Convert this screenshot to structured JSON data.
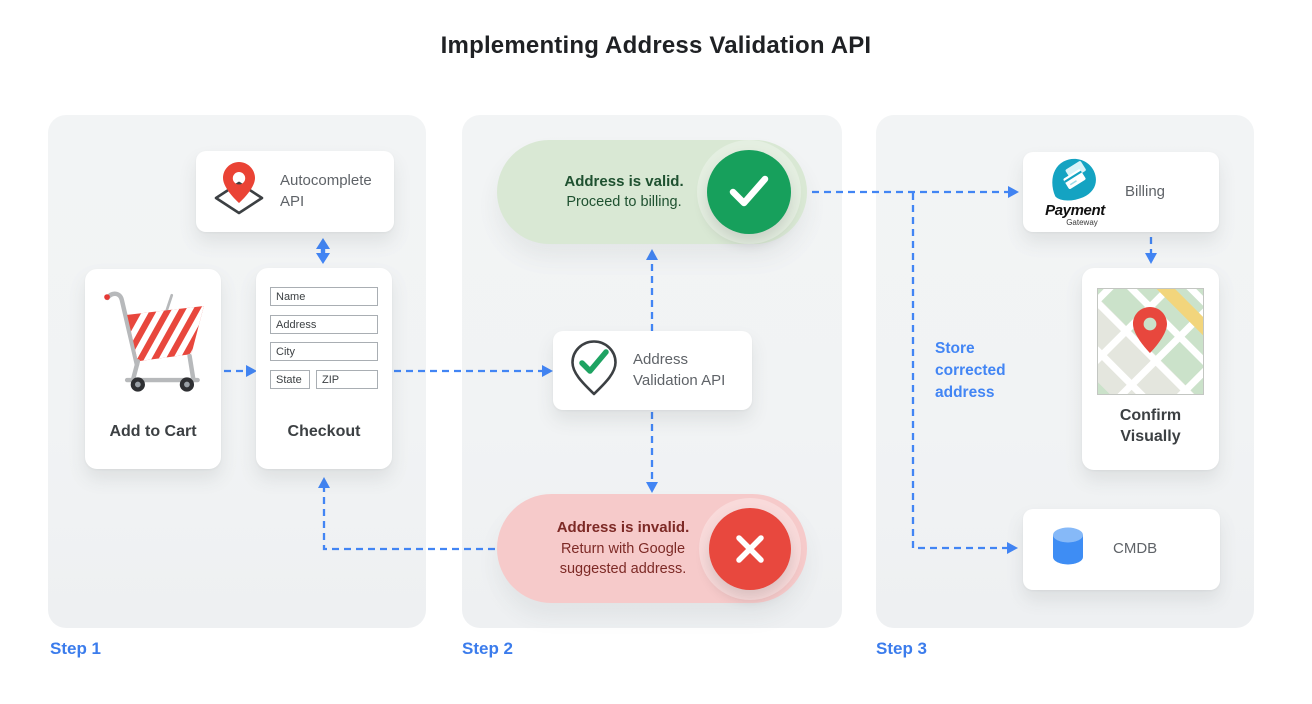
{
  "title": "Implementing Address Validation API",
  "colors": {
    "accent_blue": "#4285f4",
    "panel_bg": "#f1f3f4",
    "valid_green": "#17a05c",
    "valid_pill_bg": "#d9e8d4",
    "valid_text": "#1f5130",
    "invalid_red": "#e8483e",
    "invalid_pill_bg": "#f6caca",
    "invalid_text": "#7d2a26",
    "step_label_blue": "#3b7cec"
  },
  "icons": {
    "autocomplete": "map-pin-diamond-icon",
    "validation": "map-pin-check-icon",
    "valid": "check-circle-icon",
    "invalid": "x-circle-icon",
    "add_to_cart": "shopping-cart-icon",
    "billing": "payment-gateway-logo",
    "confirm_visually": "map-thumbnail",
    "cmdb": "database-cylinder-icon",
    "arrows": "dashed-blue-arrows"
  },
  "step1": {
    "label": "Step 1",
    "autocomplete_api": {
      "label": "Autocomplete API"
    },
    "add_to_cart": {
      "label": "Add to Cart"
    },
    "checkout": {
      "label": "Checkout",
      "fields": [
        "Name",
        "Address",
        "City",
        "State",
        "ZIP"
      ]
    }
  },
  "step2": {
    "label": "Step 2",
    "valid_pill": {
      "headline": "Address is valid.",
      "body": "Proceed to billing."
    },
    "validation_api": {
      "label": "Address Validation API"
    },
    "invalid_pill": {
      "headline": "Address is invalid.",
      "body": "Return with Google suggested address."
    }
  },
  "step3": {
    "label": "Step 3",
    "billing": {
      "label": "Billing",
      "logo_title": "Payment",
      "logo_subtitle": "Gateway"
    },
    "store_note": "Store corrected address",
    "confirm_visually": {
      "label": "Confirm Visually"
    },
    "cmdb": {
      "label": "CMDB"
    }
  }
}
